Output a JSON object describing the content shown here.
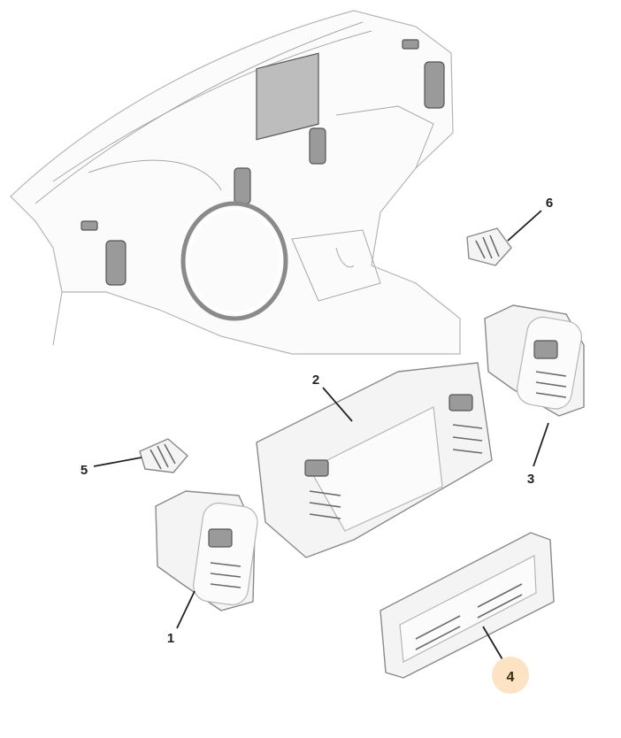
{
  "diagram": {
    "callouts": [
      {
        "id": "1",
        "label": "1"
      },
      {
        "id": "2",
        "label": "2"
      },
      {
        "id": "3",
        "label": "3"
      },
      {
        "id": "4",
        "label": "4",
        "highlighted": true
      },
      {
        "id": "5",
        "label": "5"
      },
      {
        "id": "6",
        "label": "6"
      }
    ],
    "colors": {
      "highlight": "#fbe3c3",
      "line": "#222222",
      "part_outline": "#8a8a8a"
    }
  }
}
